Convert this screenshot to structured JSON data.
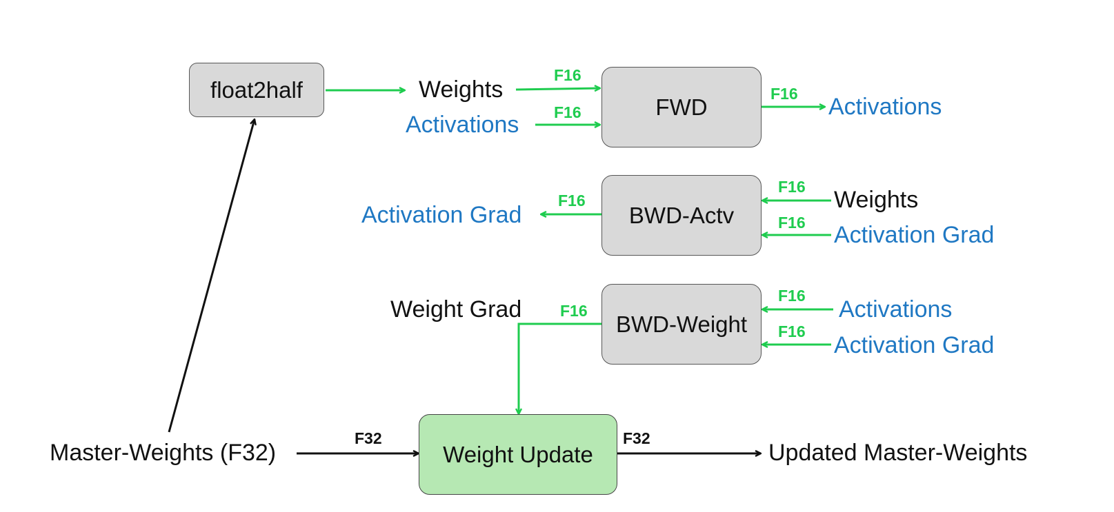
{
  "colors": {
    "green": "#1fcc4f",
    "blue": "#1f78c3",
    "black": "#111111",
    "box_fill": "#d9d9d9",
    "update_fill": "#b6e8b3"
  },
  "boxes": {
    "float2half": "float2half",
    "fwd": "FWD",
    "bwd_actv": "BWD-Actv",
    "bwd_weight": "BWD-Weight",
    "weight_update": "Weight Update"
  },
  "labels": {
    "fwd_in_weights": "Weights",
    "fwd_in_activations": "Activations",
    "fwd_out_activations": "Activations",
    "bwd_actv_out_grad": "Activation Grad",
    "bwd_actv_in_weights": "Weights",
    "bwd_actv_in_grad": "Activation Grad",
    "bwd_weight_out_grad": "Weight Grad",
    "bwd_weight_in_activations": "Activations",
    "bwd_weight_in_grad": "Activation Grad",
    "master_weights": "Master-Weights (F32)",
    "updated_master_weights": "Updated Master-Weights"
  },
  "precision": {
    "fwd_weights": "F16",
    "fwd_activations": "F16",
    "fwd_output": "F16",
    "bwd_actv_output": "F16",
    "bwd_actv_weights": "F16",
    "bwd_actv_grad": "F16",
    "bwd_weight_output": "F16",
    "bwd_weight_activations": "F16",
    "bwd_weight_grad": "F16",
    "update_input": "F32",
    "update_output": "F32"
  }
}
